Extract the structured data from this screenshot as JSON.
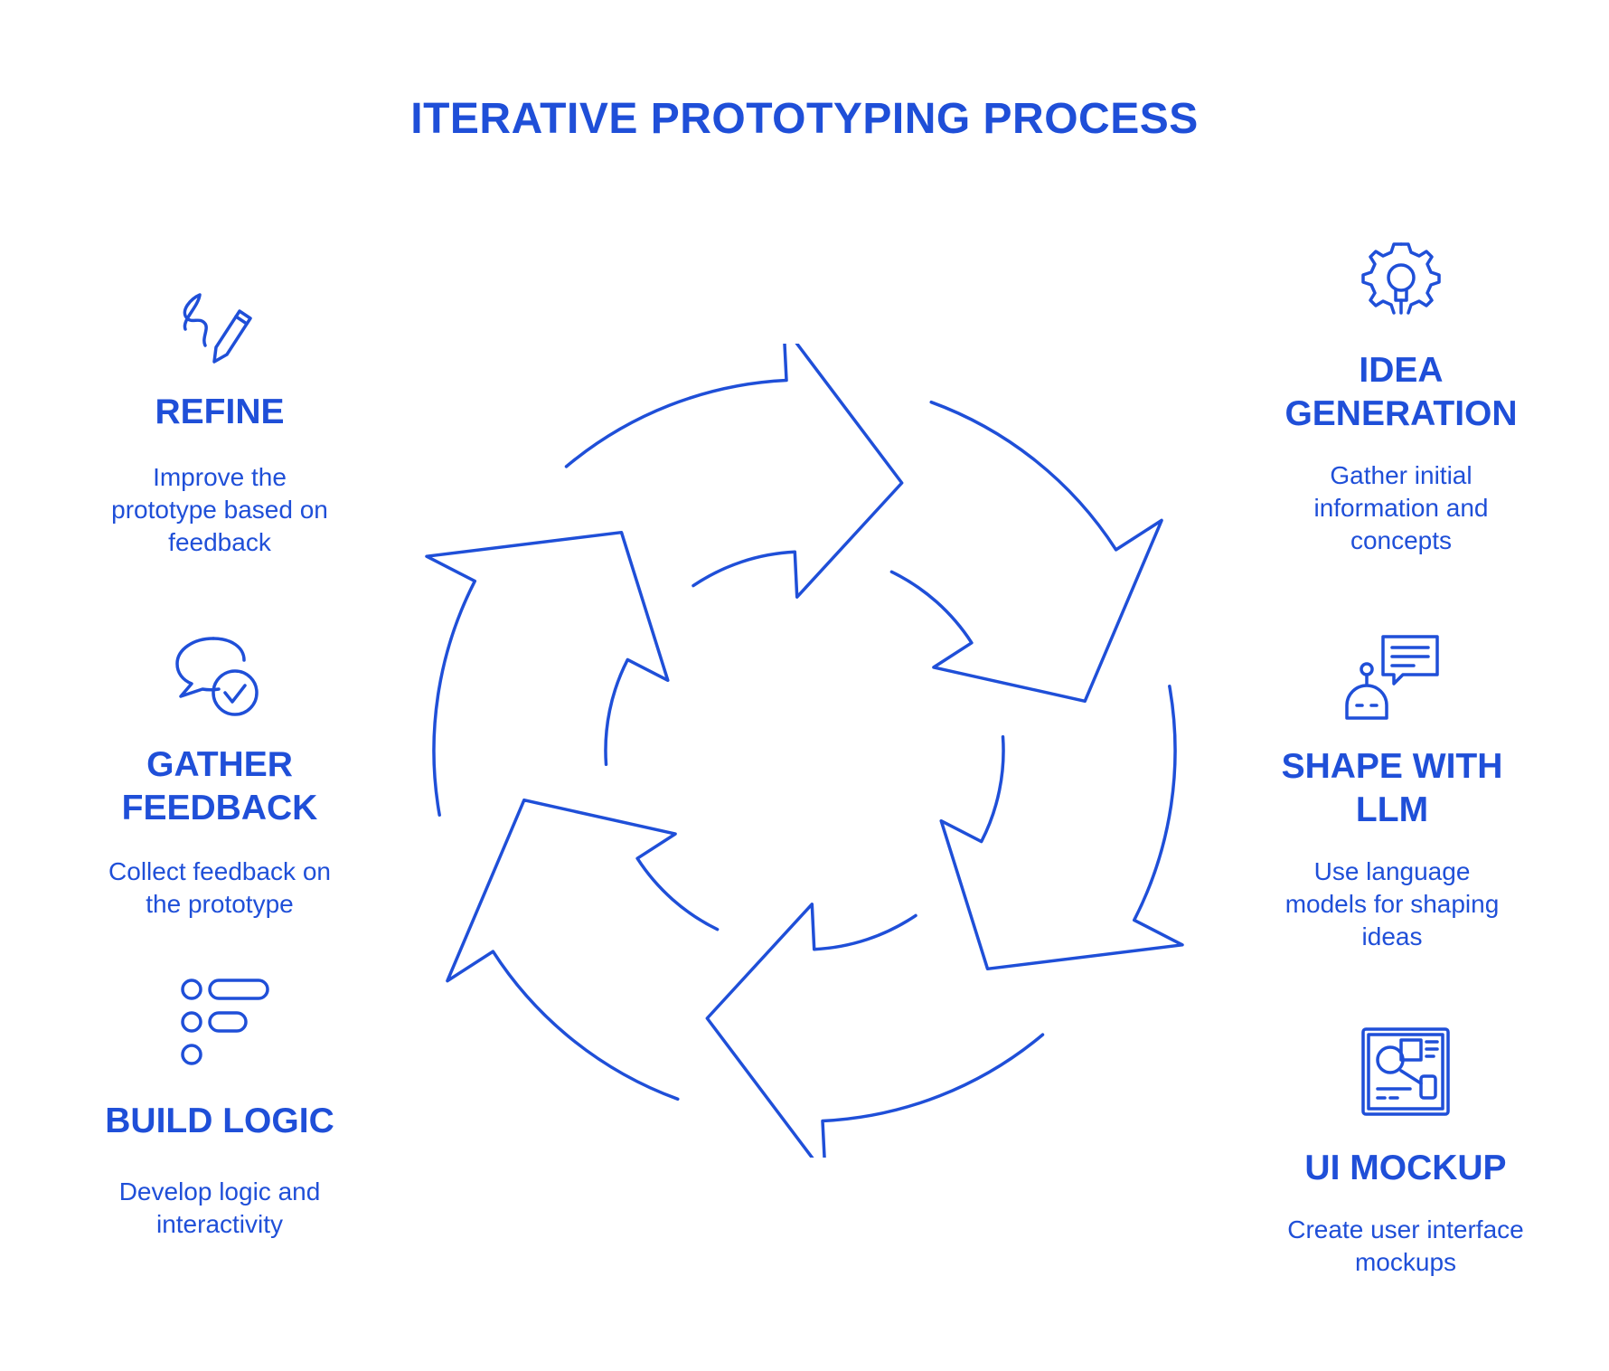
{
  "title": "ITERATIVE PROTOTYPING PROCESS",
  "accent_color": "#1f4fd8",
  "steps": [
    {
      "id": "idea-generation",
      "icon": "lightbulb-gear-icon",
      "heading": "IDEA GENERATION",
      "description": "Gather initial information and concepts"
    },
    {
      "id": "shape-with-llm",
      "icon": "robot-chat-icon",
      "heading": "SHAPE WITH LLM",
      "description": "Use language models for shaping ideas"
    },
    {
      "id": "ui-mockup",
      "icon": "ui-wireframe-icon",
      "heading": "UI MOCKUP",
      "description": "Create user interface mockups"
    },
    {
      "id": "build-logic",
      "icon": "logic-blocks-icon",
      "heading": "BUILD LOGIC",
      "description": "Develop logic and interactivity"
    },
    {
      "id": "gather-feedback",
      "icon": "chat-check-icon",
      "heading": "GATHER FEEDBACK",
      "description": "Collect feedback on the prototype"
    },
    {
      "id": "refine",
      "icon": "pen-scribble-icon",
      "heading": "REFINE",
      "description": "Improve the prototype based on feedback"
    }
  ]
}
